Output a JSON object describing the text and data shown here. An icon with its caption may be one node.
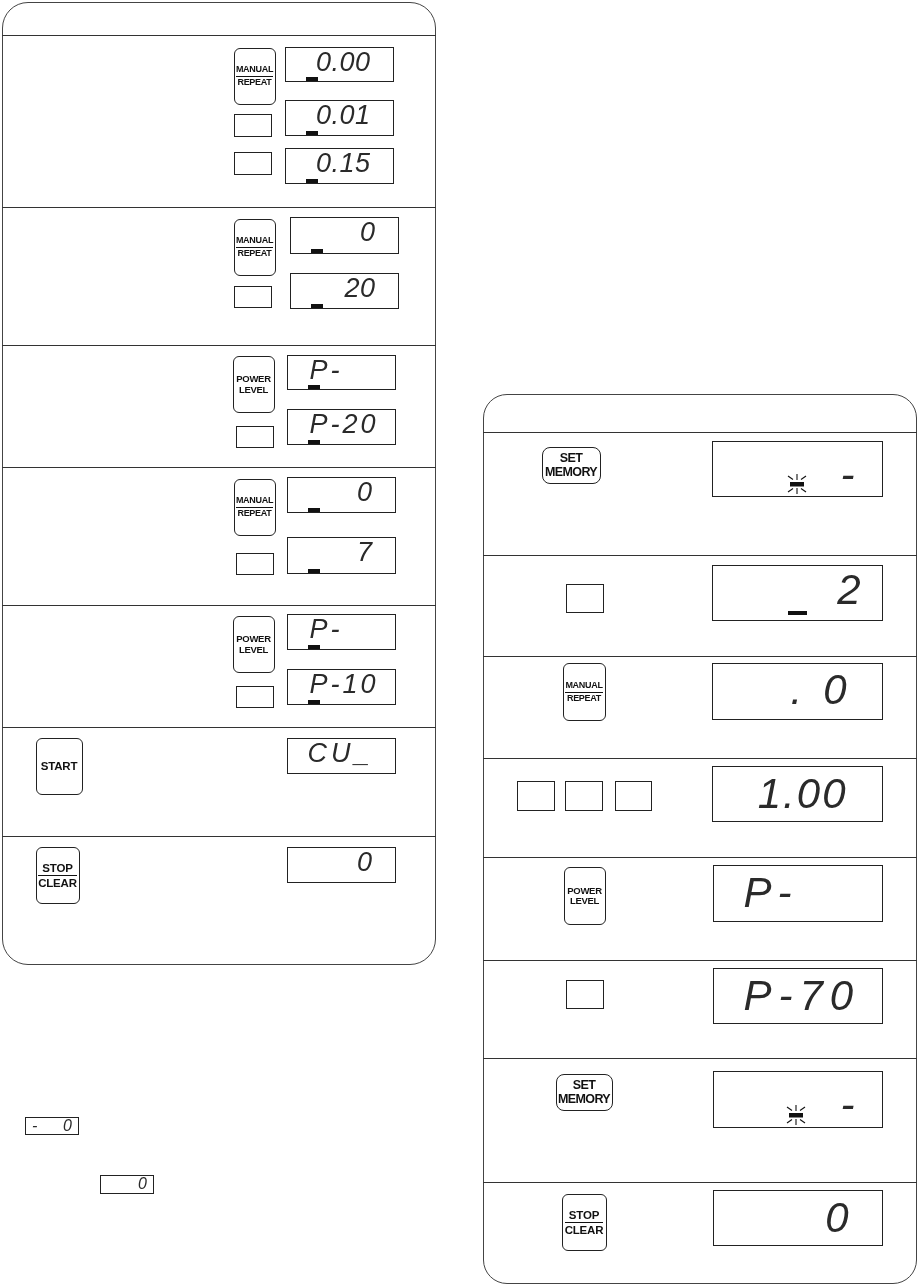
{
  "diagram": {
    "nodes": [
      {
        "text": [],
        "shape": "box"
      },
      {
        "text": [],
        "shape": "band",
        "in": 0
      },
      {
        "text": [
          "MANUAL",
          "REPEAT"
        ],
        "in": 1
      },
      {
        "text": [
          "0.00"
        ],
        "in": 1
      },
      {
        "text": [],
        "shape": "box",
        "in": 1
      },
      {
        "text": [
          "0.01"
        ],
        "in": 1
      },
      {
        "text": [],
        "shape": "box",
        "in": 1
      },
      {
        "text": [
          "0.15"
        ],
        "in": 1
      },
      {
        "text": [],
        "shape": "band",
        "in": 0
      },
      {
        "text": [
          "MANUAL",
          "REPEAT"
        ],
        "in": 8
      },
      {
        "text": [
          "0"
        ],
        "in": 8
      },
      {
        "text": [],
        "shape": "box",
        "in": 8
      },
      {
        "text": [
          "20"
        ],
        "in": 8
      },
      {
        "text": [],
        "shape": "band",
        "in": 0
      },
      {
        "text": [
          "POWER LEVEL"
        ],
        "in": 13
      },
      {
        "text": [
          "P-"
        ],
        "in": 13
      },
      {
        "text": [],
        "shape": "box",
        "in": 13
      },
      {
        "text": [
          "P-20"
        ],
        "in": 13
      },
      {
        "text": [],
        "shape": "band",
        "in": 0
      },
      {
        "text": [
          "MANUAL",
          "REPEAT"
        ],
        "in": 18
      },
      {
        "text": [
          "0"
        ],
        "in": 18
      },
      {
        "text": [],
        "shape": "box",
        "in": 18
      },
      {
        "text": [
          "7"
        ],
        "in": 18
      },
      {
        "text": [],
        "shape": "band",
        "in": 0
      },
      {
        "text": [
          "POWER LEVEL"
        ],
        "in": 23
      },
      {
        "text": [
          "P-"
        ],
        "in": 23
      },
      {
        "text": [],
        "shape": "box",
        "in": 23
      },
      {
        "text": [
          "P-10"
        ],
        "in": 23
      },
      {
        "text": [],
        "shape": "band",
        "in": 0
      },
      {
        "text": [
          "START"
        ],
        "in": 28
      },
      {
        "text": [
          "CU_"
        ],
        "in": 28
      },
      {
        "text": [],
        "shape": "band",
        "in": 0
      },
      {
        "text": [
          "STOP",
          "CLEAR"
        ],
        "in": 31
      },
      {
        "text": [
          "0"
        ],
        "in": 31
      },
      {
        "text": [
          "- 0"
        ]
      },
      {
        "text": [
          "0"
        ]
      },
      {
        "text": [],
        "shape": "box"
      },
      {
        "text": [],
        "shape": "band",
        "in": 36
      },
      {
        "text": [
          "SET MEMORY"
        ],
        "in": 37
      },
      {
        "text": [
          "-"
        ],
        "in": 37
      },
      {
        "text": [],
        "shape": "band",
        "in": 36
      },
      {
        "text": [],
        "shape": "box",
        "in": 40
      },
      {
        "text": [
          "2"
        ],
        "in": 40
      },
      {
        "text": [],
        "shape": "band",
        "in": 36
      },
      {
        "text": [
          "MANUAL",
          "REPEAT"
        ],
        "in": 43
      },
      {
        "text": [
          ". 0"
        ],
        "in": 43
      },
      {
        "text": [],
        "shape": "band",
        "in": 36
      },
      {
        "text": [],
        "shape": "box",
        "in": 46
      },
      {
        "text": [],
        "shape": "box",
        "in": 46
      },
      {
        "text": [],
        "shape": "box",
        "in": 46
      },
      {
        "text": [
          "1.00"
        ],
        "in": 46
      },
      {
        "text": [],
        "shape": "band",
        "in": 36
      },
      {
        "text": [
          "POWER LEVEL"
        ],
        "in": 51
      },
      {
        "text": [
          "P-"
        ],
        "in": 51
      },
      {
        "text": [],
        "shape": "band",
        "in": 36
      },
      {
        "text": [],
        "shape": "box",
        "in": 54
      },
      {
        "text": [
          "P-70"
        ],
        "in": 54
      },
      {
        "text": [],
        "shape": "band",
        "in": 36
      },
      {
        "text": [
          "SET MEMORY"
        ],
        "in": 57
      },
      {
        "text": [
          "-"
        ],
        "in": 57
      },
      {
        "text": [],
        "shape": "band",
        "in": 36
      },
      {
        "text": [
          "STOP",
          "CLEAR"
        ],
        "in": 60
      },
      {
        "text": [
          "0"
        ],
        "in": 60
      }
    ]
  }
}
